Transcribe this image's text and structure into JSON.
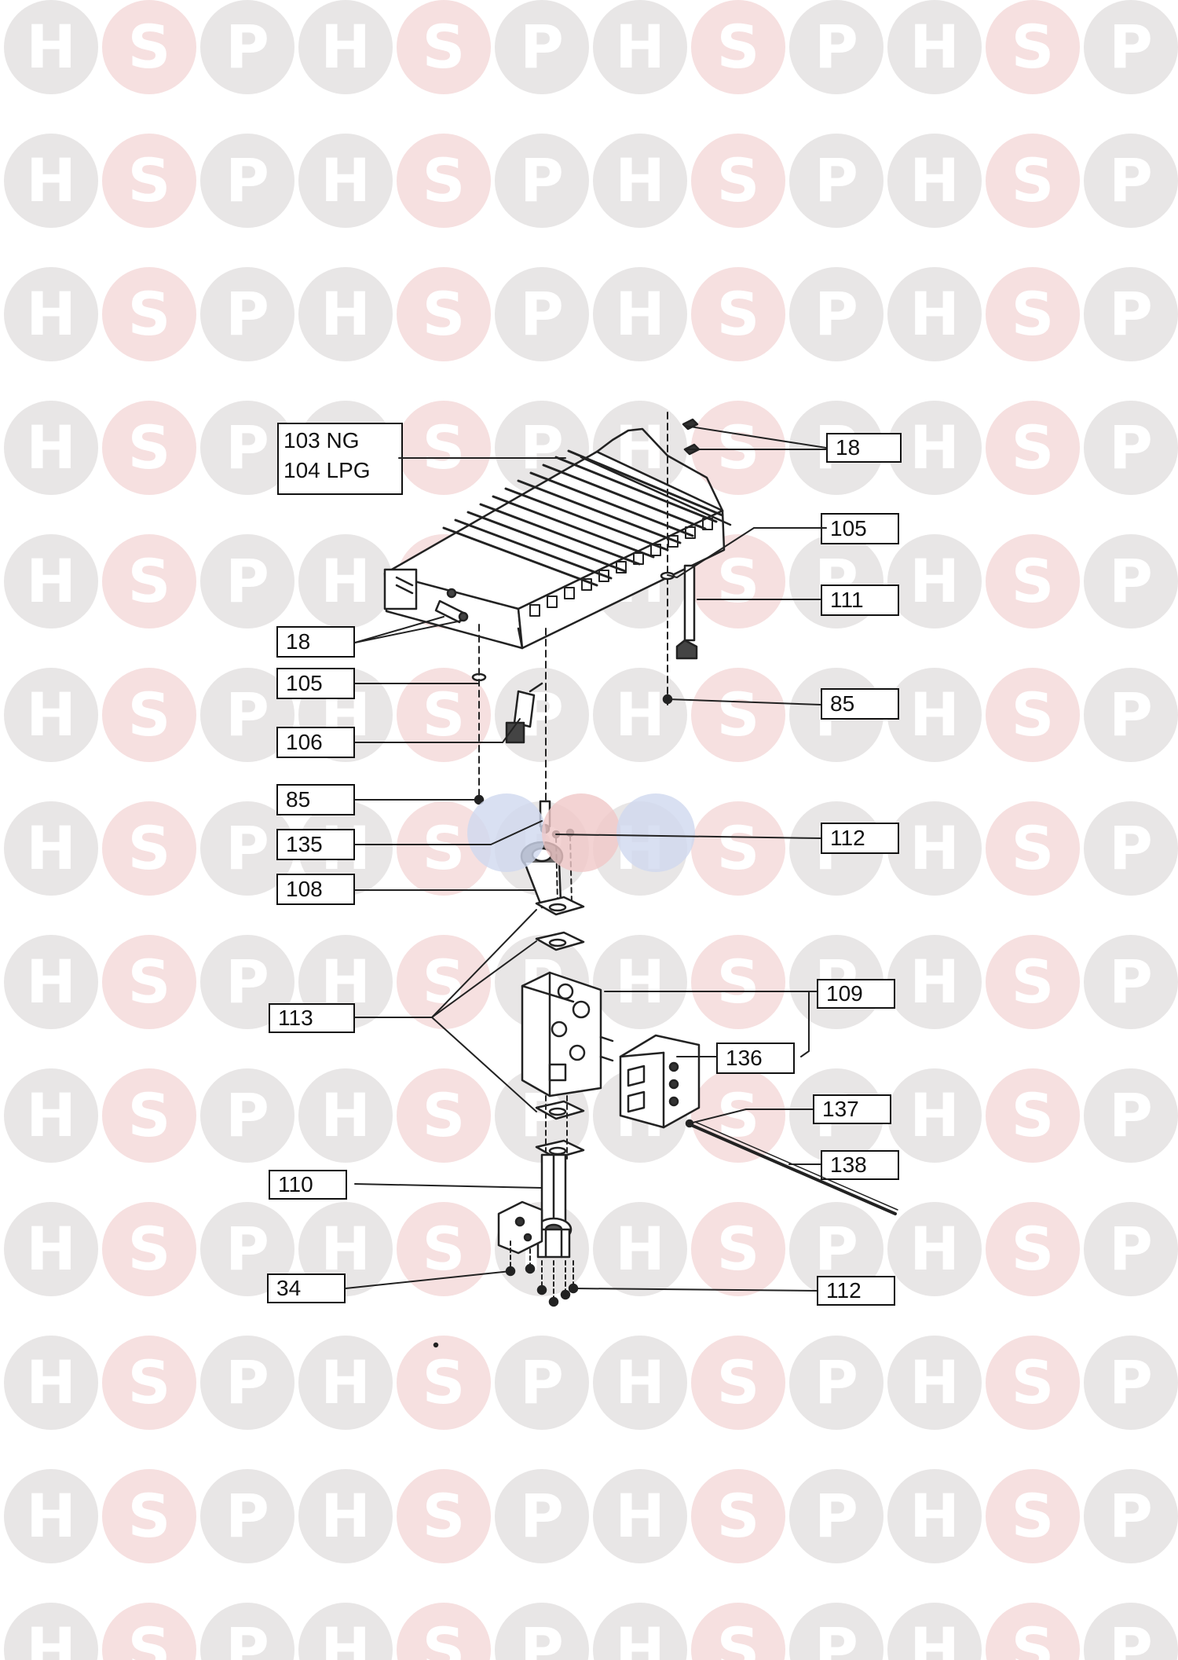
{
  "watermark": {
    "letters": [
      "H",
      "S",
      "P"
    ],
    "colors": [
      "#e8e6e6",
      "#f6e0e0",
      "#e8e6e6"
    ]
  },
  "callouts": {
    "c103": {
      "line1": "103 NG",
      "line2": "104 LPG"
    },
    "c18a": "18",
    "c105a": "105",
    "c111": "111",
    "c85a": "85",
    "c18b": "18",
    "c105b": "105",
    "c106": "106",
    "c85b": "85",
    "c135": "135",
    "c112a": "112",
    "c108": "108",
    "c109": "109",
    "c113": "113",
    "c136": "136",
    "c137": "137",
    "c138": "138",
    "c110": "110",
    "c34": "34",
    "c112b": "112"
  }
}
